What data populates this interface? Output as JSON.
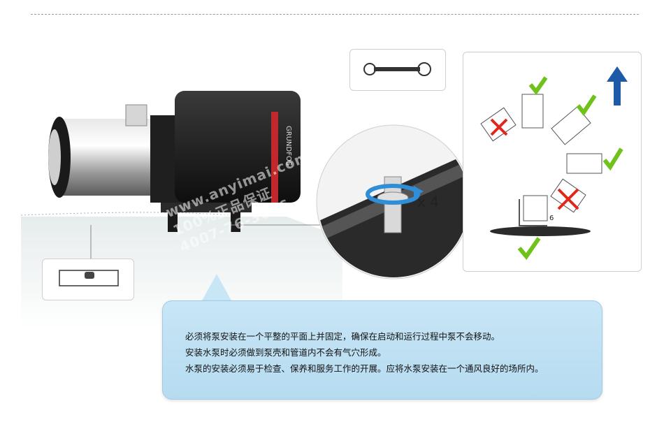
{
  "pump": {
    "brand": "GRUNDFOS"
  },
  "watermark": {
    "line1": "www.anyimai.com",
    "line2": "100%正品保证",
    "line3": "4007-76-3656"
  },
  "install": {
    "bolt_count": "x 4",
    "clearance": "6"
  },
  "icons": [
    "wrench-icon",
    "spirit-level-icon",
    "rotate-arrow-icon",
    "check-icon",
    "cross-icon",
    "up-arrow-icon"
  ],
  "colors": {
    "check": "#6ec21a",
    "cross": "#e0271c",
    "arrow": "#1d5aa8",
    "callout": "#c8e6f6",
    "pump_accent": "#c0282c"
  },
  "instructions": [
    "必须将泵安装在一个平整的平面上并固定，确保在启动和运行过程中泵不会移动。",
    "安装水泵时必须做到泵壳和管道内不会有气穴形成。",
    "水泵的安装必须易于检查、保养和服务工作的开展。应将水泵安装在一个通风良好的场所内。"
  ]
}
